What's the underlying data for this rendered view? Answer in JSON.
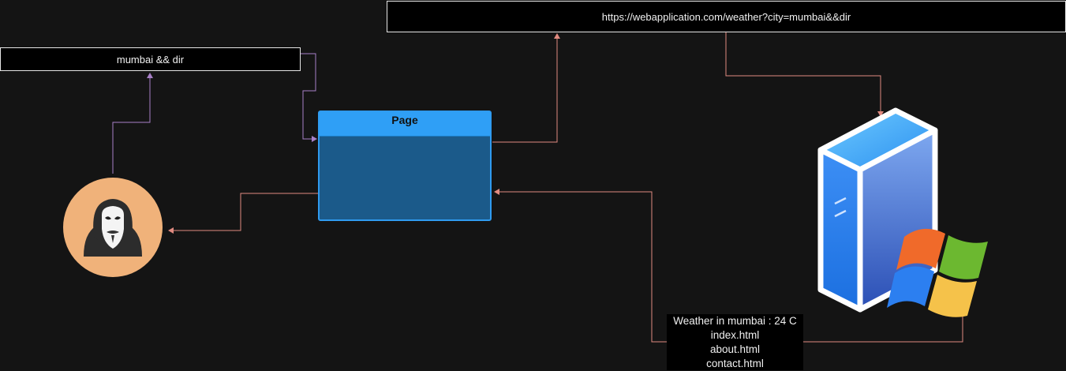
{
  "diagram": {
    "input_text": "mumbai && dir",
    "url_text": "https://webapplication.com/weather?city=mumbai&&dir",
    "page_title": "Page",
    "response_lines": [
      "Weather in mumbai : 24 C",
      "index.html",
      "about.html",
      "contact.html"
    ],
    "colors": {
      "background": "#141414",
      "page_header": "#2f9ff6",
      "page_body": "#1b5a8a",
      "arrow_purple": "#a77fc7",
      "arrow_red": "#e08a80",
      "attacker_circle": "#f0b27a"
    },
    "icons": [
      "anonymous-hacker-icon",
      "windows-server-icon"
    ]
  }
}
